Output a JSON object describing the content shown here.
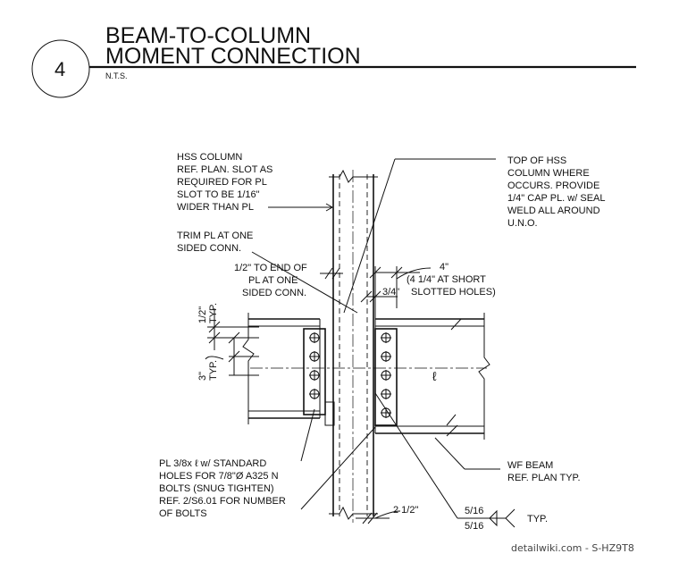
{
  "detail": {
    "number": "4",
    "title_line1": "BEAM-TO-COLUMN",
    "title_line2": "MOMENT CONNECTION",
    "scale": "N.T.S."
  },
  "callouts": {
    "hss_column": [
      "HSS COLUMN",
      "REF. PLAN. SLOT AS",
      "REQUIRED FOR PL",
      "SLOT TO BE 1/16\"",
      "WIDER THAN PL"
    ],
    "trim_pl": [
      "TRIM PL AT ONE",
      "SIDED CONN."
    ],
    "half_to_end": [
      "1/2\" TO END OF",
      "PL AT ONE",
      "SIDED CONN."
    ],
    "top_of_hss": [
      "TOP OF HSS",
      "COLUMN WHERE",
      "OCCURS. PROVIDE",
      "1/4\" CAP PL. w/ SEAL",
      "WELD ALL AROUND",
      "U.N.O."
    ],
    "four_in": [
      "4\"",
      "(4 1/4\" AT SHORT",
      "SLOTTED HOLES)"
    ],
    "three_quarter": "3/4\"",
    "half_typ": [
      "1/2\"",
      "TYP."
    ],
    "three_typ": [
      "3\"",
      "TYP."
    ],
    "plate": [
      "PL 3/8x ℓ w/ STANDARD",
      "HOLES FOR 7/8\"Ø A325 N",
      "BOLTS (SNUG TIGHTEN)",
      "REF. 2/S6.01 FOR NUMBER",
      "OF BOLTS"
    ],
    "wf_beam": [
      "WF BEAM",
      "REF. PLAN TYP."
    ],
    "two_half": "2 1/2\"",
    "weld_top": "5/16",
    "weld_bottom": "5/16",
    "weld_typ": "TYP.",
    "centerline": "ℓ"
  },
  "watermark": "detailwiki.com - S-HZ9T8"
}
